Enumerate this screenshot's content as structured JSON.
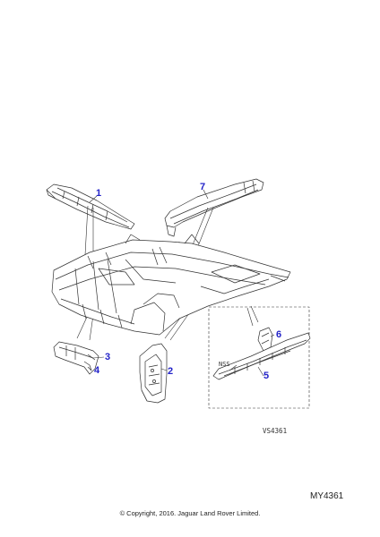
{
  "diagram": {
    "callouts": [
      "1",
      "2",
      "3",
      "4",
      "5",
      "6",
      "7"
    ],
    "nss_label": "NSS",
    "drawing_code": "VS4361",
    "reference": "MY4361",
    "copyright": "© Copyright, 2016. Jaguar Land Rover Limited.",
    "callout_color": "#2323c8",
    "line_color": "#333333"
  }
}
